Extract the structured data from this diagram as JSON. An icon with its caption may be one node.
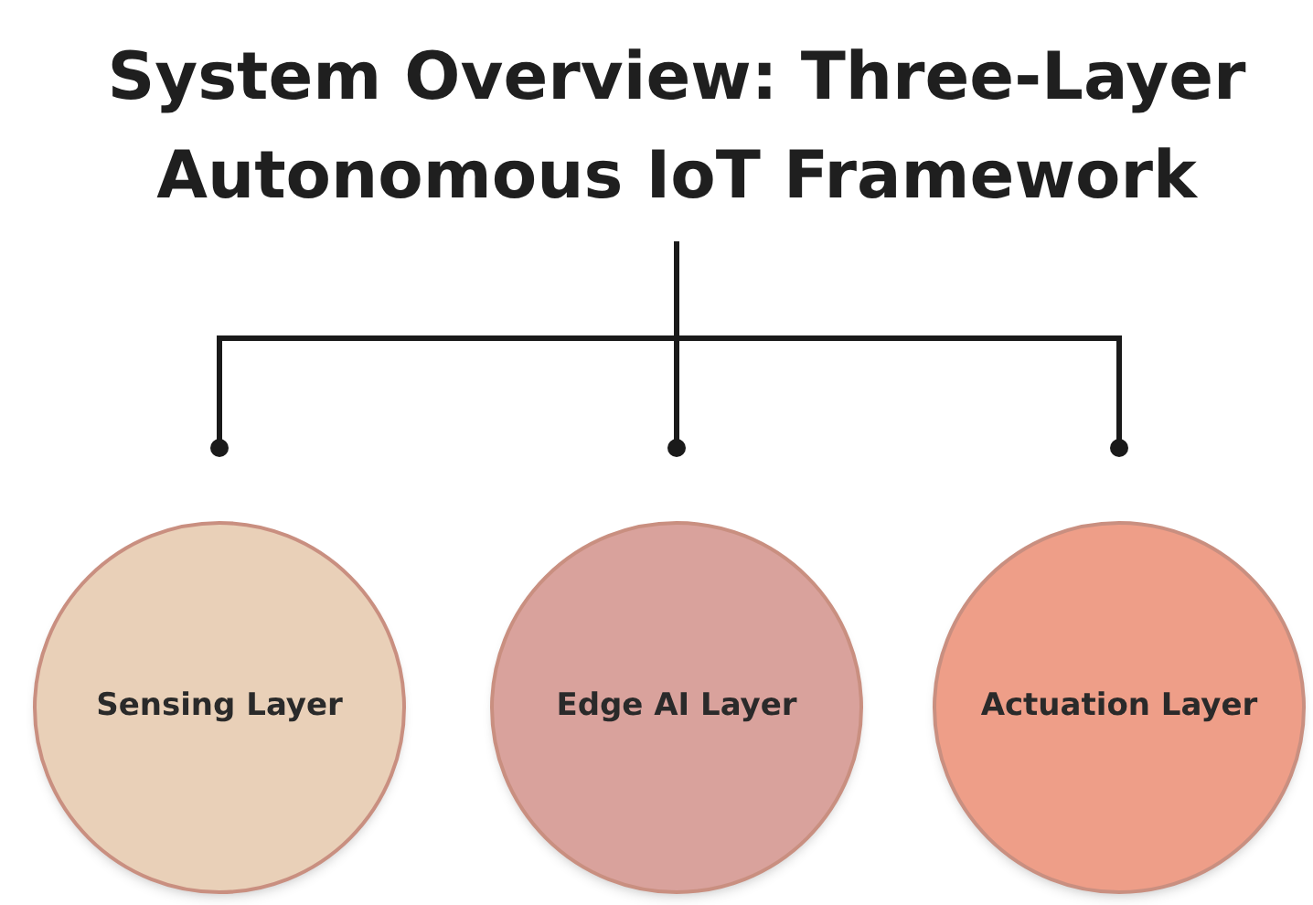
{
  "diagram": {
    "nodes": [
      {
        "text": [
          "System Overview: Three-Layer Autonomous IoT Framework"
        ]
      },
      {
        "text": [
          "Sensing Layer"
        ]
      },
      {
        "text": [
          "Edge AI Layer"
        ]
      },
      {
        "text": [
          "Actuation Layer"
        ]
      }
    ],
    "edges": [
      {
        "from": 0,
        "to": 1,
        "arrow": "other"
      },
      {
        "from": 0,
        "to": 2,
        "arrow": "other"
      },
      {
        "from": 0,
        "to": 3,
        "arrow": "other"
      }
    ]
  }
}
